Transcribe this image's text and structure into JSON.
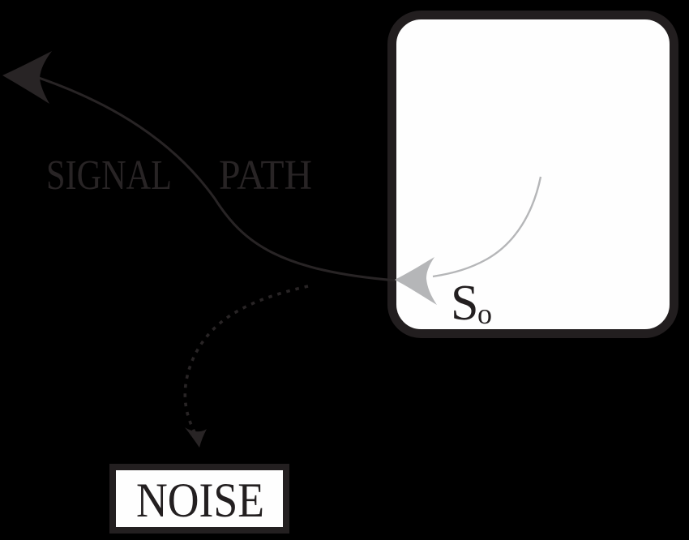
{
  "diagram": {
    "description": "Signal path and noise coupling diagram",
    "labels": {
      "signal_word": "SIGNAL",
      "path_word": "PATH",
      "output_symbol": "S",
      "output_subscript": "o",
      "noise": "NOISE"
    },
    "colors": {
      "background": "#000000",
      "ink": "#282425",
      "ink_dark": "#231f20",
      "arrow_gray": "#b5b6b8",
      "box_fill": "#fefefe",
      "box_border": "#221e1f"
    }
  }
}
